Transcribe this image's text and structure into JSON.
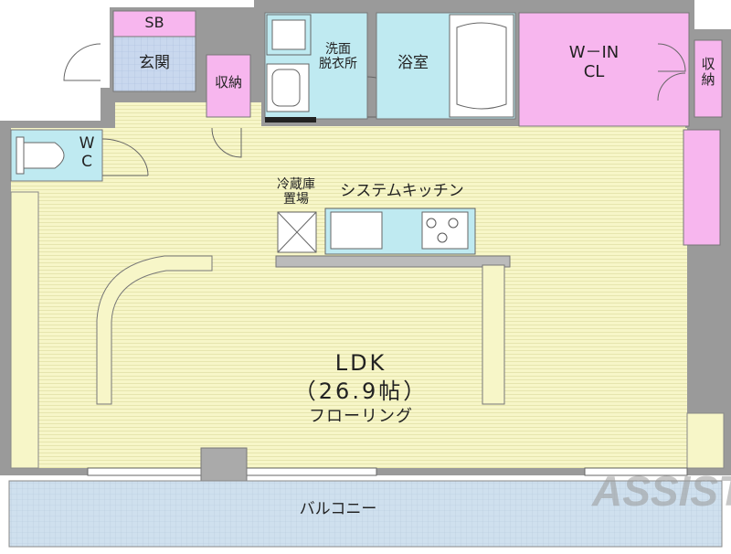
{
  "rooms": {
    "sb": "SB",
    "genkan": "玄関",
    "shuno_left": "収納",
    "senmen_line1": "洗面",
    "senmen_line2": "脱衣所",
    "yokushitsu": "浴室",
    "win_cl_line1": "W－IN",
    "win_cl_line2": "CL",
    "shuno_right_line1": "収",
    "shuno_right_line2": "納",
    "wc_line1": "W",
    "wc_line2": "C",
    "reizoko_line1": "冷蔵庫",
    "reizoko_line2": "置場",
    "kitchen": "システムキッチン",
    "ldk_line1": "LDK",
    "ldk_line2": "（26.9帖）",
    "ldk_line3": "フローリング",
    "balcony": "バルコニー"
  },
  "watermark": "ASSIST",
  "colors": {
    "floor": "#f7f6c8",
    "wet": "#bfeaf1",
    "closet": "#f7b6ee",
    "entrance": "#c9d8ee",
    "balcony": "#cfe0ee",
    "wall": "#8a8a8a"
  }
}
